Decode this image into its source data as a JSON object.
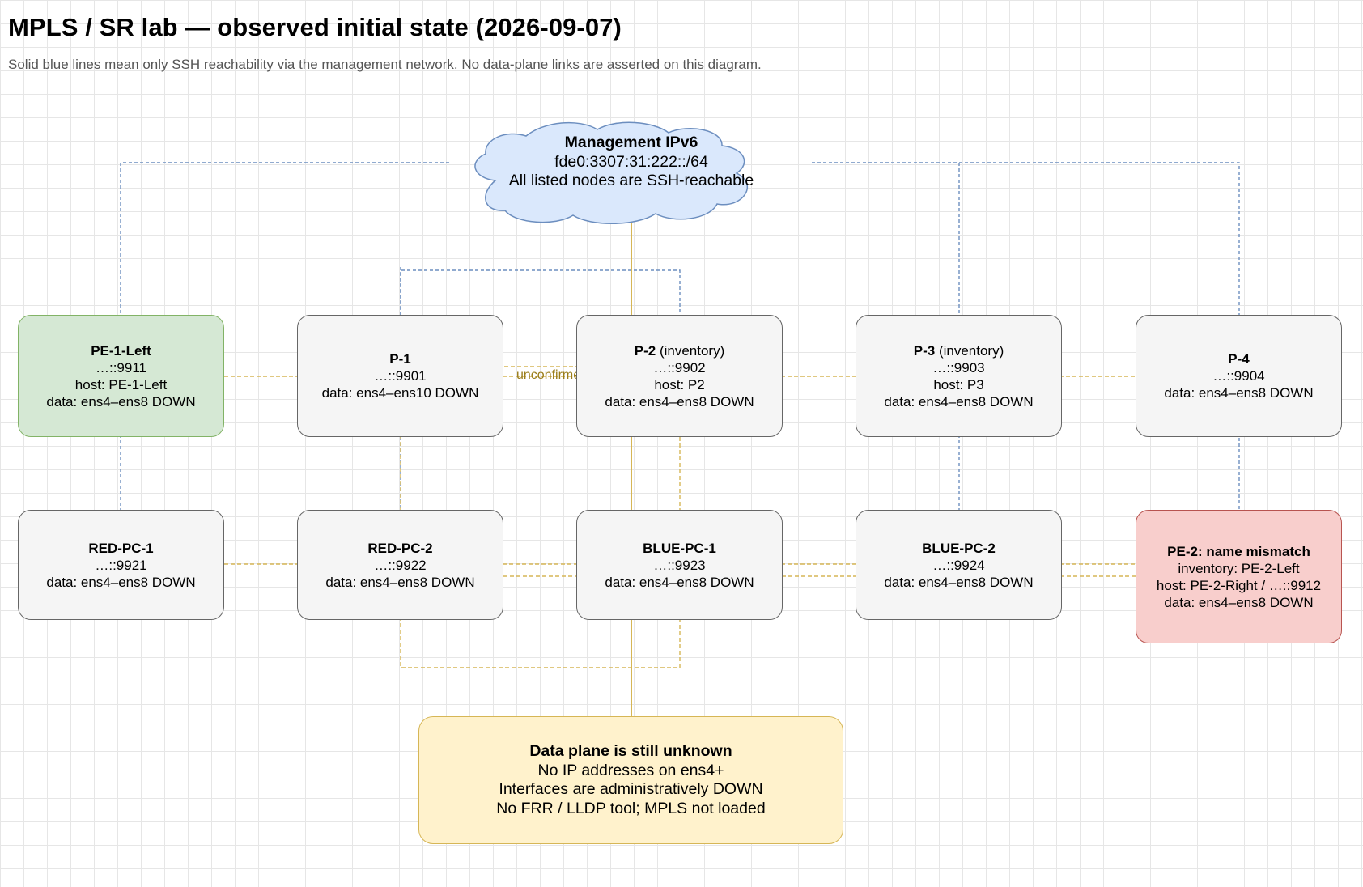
{
  "title": "MPLS / SR lab — observed initial state (2026-09-07)",
  "subtitle": "Solid blue lines mean only SSH reachability via the management network. No data-plane links are asserted on this diagram.",
  "colors": {
    "management_line": "#6c8ebf",
    "data_line": "#d6b656",
    "cloud_fill": "#dae8fc",
    "cloud_stroke": "#6c8ebf",
    "pe_left_fill": "#d5e8d4",
    "pe_mismatch_fill": "#f8cecc",
    "node_fill": "#f5f5f5",
    "note_fill": "#fff2cc"
  },
  "cloud": {
    "title": "Management IPv6",
    "prefix": "fde0:3307:31:222::/64",
    "note": "All listed nodes are SSH-reachable"
  },
  "data_link_label": "unconfirmed data interfaces",
  "nodes": {
    "pe1": {
      "name": "PE-1-Left",
      "suffix": "",
      "addr": "…::9911",
      "host": "host: PE-1-Left",
      "data": "data: ens4–ens8 DOWN"
    },
    "p1": {
      "name": "P-1",
      "suffix": "",
      "addr": "…::9901",
      "data": "data: ens4–ens10 DOWN"
    },
    "p2": {
      "name": "P-2",
      "suffix": " (inventory)",
      "addr": "…::9902",
      "host": "host: P2",
      "data": "data: ens4–ens8 DOWN"
    },
    "p3": {
      "name": "P-3",
      "suffix": " (inventory)",
      "addr": "…::9903",
      "host": "host: P3",
      "data": "data: ens4–ens8 DOWN"
    },
    "p4": {
      "name": "P-4",
      "suffix": "",
      "addr": "…::9904",
      "data": "data: ens4–ens8 DOWN"
    },
    "redpc1": {
      "name": "RED-PC-1",
      "addr": "…::9921",
      "data": "data: ens4–ens8 DOWN"
    },
    "redpc2": {
      "name": "RED-PC-2",
      "addr": "…::9922",
      "data": "data: ens4–ens8 DOWN"
    },
    "bluepc1": {
      "name": "BLUE-PC-1",
      "addr": "…::9923",
      "data": "data: ens4–ens8 DOWN"
    },
    "bluepc2": {
      "name": "BLUE-PC-2",
      "addr": "…::9924",
      "data": "data: ens4–ens8 DOWN"
    },
    "pe2": {
      "name": "PE-2: name mismatch",
      "inventory": "inventory: PE-2-Left",
      "host": "host: PE-2-Right / …::9912",
      "data": "data: ens4–ens8 DOWN"
    }
  },
  "note": {
    "title": "Data plane is still unknown",
    "lines": [
      "No IP addresses on ens4+",
      "Interfaces are administratively DOWN",
      "No FRR / LLDP tool; MPLS not loaded"
    ]
  }
}
